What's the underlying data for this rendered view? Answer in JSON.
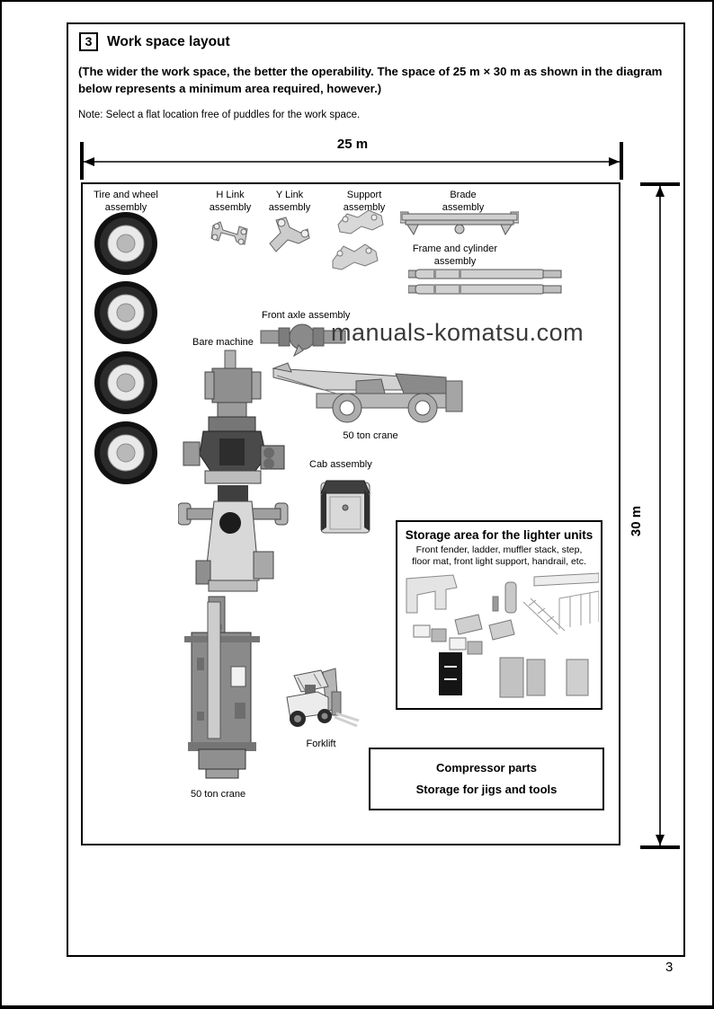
{
  "page": {
    "number": "3"
  },
  "header": {
    "section_number": "3",
    "title": "Work space layout"
  },
  "intro": "(The wider the work space, the better the operability.  The space of 25 m × 30 m as shown in the diagram below represents a minimum area required, however.)",
  "note": "Note: Select a flat location free of puddles for the work space.",
  "diagram": {
    "width_label": "25 m",
    "height_label": "30 m",
    "watermark": "manuals-komatsu.com",
    "items": {
      "tire": "Tire and wheel\nassembly",
      "h_link": "H Link\nassembly",
      "y_link": "Y Link\nassembly",
      "support": "Support\nassembly",
      "brade": "Brade\nassembly",
      "frame_cylinder": "Frame and cylinder\nassembly",
      "front_axle": "Front axle assembly",
      "bare_machine": "Bare machine",
      "crane_side": "50 ton crane",
      "cab": "Cab assembly",
      "crane_top": "50 ton crane",
      "forklift": "Forklift"
    },
    "storage_box": {
      "title": "Storage area for the lighter units",
      "subtitle": "Front fender, ladder, muffler stack, step,\nfloor mat, front light support, handrail, etc."
    },
    "compressor_box": {
      "line1": "Compressor parts",
      "line2": "Storage for jigs and tools"
    }
  },
  "colors": {
    "text": "#000000",
    "watermark": "#3a3a3a",
    "part_light": "#d6d6d6",
    "part_mid": "#9a9a9a",
    "part_dark": "#3f3f3f",
    "tire_black": "#1c1c1c"
  }
}
